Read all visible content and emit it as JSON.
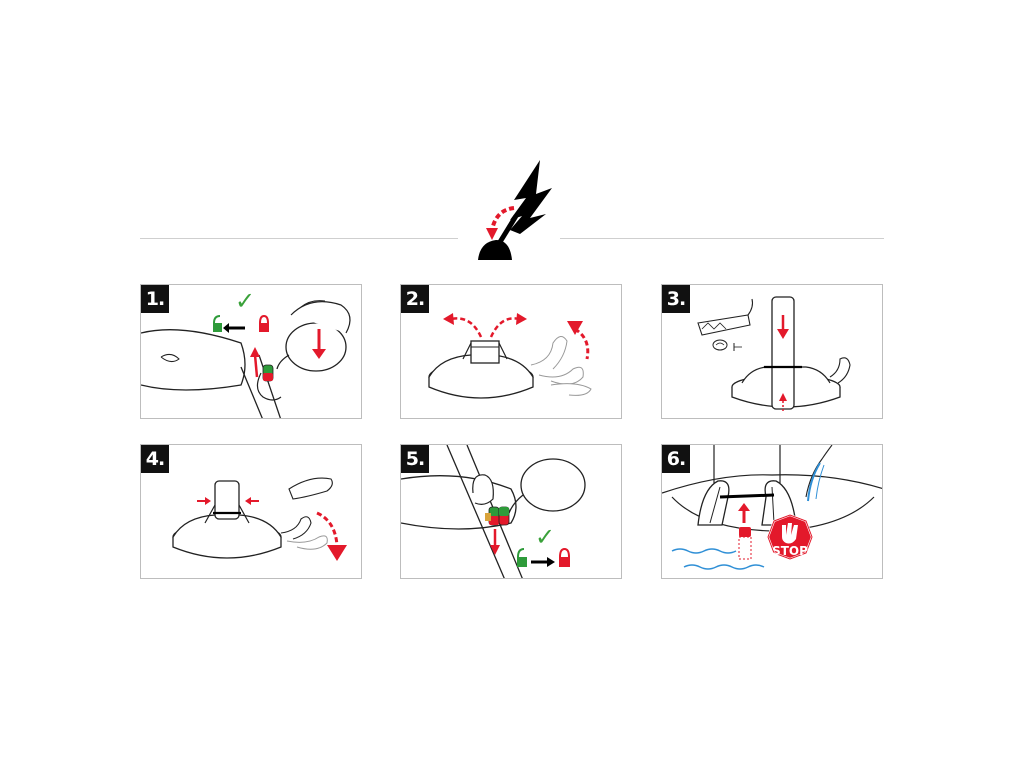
{
  "steps": [
    {
      "number": "1."
    },
    {
      "number": "2."
    },
    {
      "number": "3."
    },
    {
      "number": "4."
    },
    {
      "number": "5."
    },
    {
      "number": "6."
    }
  ],
  "labels": {
    "ok_mark": "✓",
    "stop_sign": "STOP"
  },
  "colors": {
    "accent_red": "#e3192b",
    "unlock_green": "#2e9b3a",
    "outline": "#222222",
    "water_blue": "#2f8fd6"
  }
}
